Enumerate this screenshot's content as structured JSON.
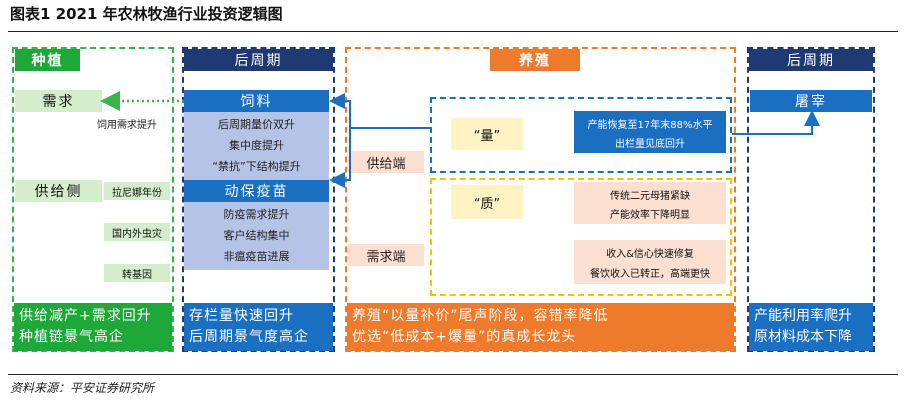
{
  "header": {
    "title": "图表1   2021 年农林牧渔行业投资逻辑图"
  },
  "columns": {
    "planting": {
      "title": "种植",
      "demand_label": "需求",
      "demand_note": "饲用需求提升",
      "supply_label": "供给侧",
      "supply_items": [
        "拉尼娜年份",
        "国内外虫灾",
        "转基因"
      ],
      "summary": [
        "供给减产+需求回升",
        "种植链景气高企"
      ]
    },
    "post_cycle_left": {
      "title": "后周期",
      "feed_label": "饲料",
      "feed_items": [
        "后周期量价双升",
        "集中度提升",
        "“禁抗”下结构提升"
      ],
      "vaccine_label": "动保疫苗",
      "vaccine_items": [
        "防疫需求提升",
        "客户结构集中",
        "非瘟疫苗进展"
      ],
      "summary": [
        "存栏量快速回升",
        "后周期景气度高企"
      ]
    },
    "breeding": {
      "title": "养殖",
      "supply_end": "供给端",
      "demand_end": "需求端",
      "quantity_label": "“量”",
      "quality_label": "“质”",
      "quantity_items": [
        "产能恢复至17年末88%水平",
        "出栏量见底回升"
      ],
      "quality_items_a": [
        "传统二元母猪紧缺",
        "产能效率下降明显"
      ],
      "quality_items_b": [
        "收入&信心快速修复",
        "餐饮收入已转正，高端更快"
      ],
      "summary": [
        "养殖“以量补价”尾声阶段，容错率降低",
        "优选“低成本+爆量”的真成长龙头"
      ]
    },
    "post_cycle_right": {
      "title": "后周期",
      "slaughter_label": "屠宰",
      "summary": [
        "产能利用率爬升",
        "原材料成本下降"
      ]
    }
  },
  "footer": {
    "source": "资料来源：平安证券研究所"
  },
  "colors": {
    "green": "#1fa83a",
    "green_dashed": "#38b54a",
    "navy": "#1f3a73",
    "blue": "#1b6fc1",
    "orange": "#ee7a2b",
    "yellow_dashed": "#f5c200"
  }
}
